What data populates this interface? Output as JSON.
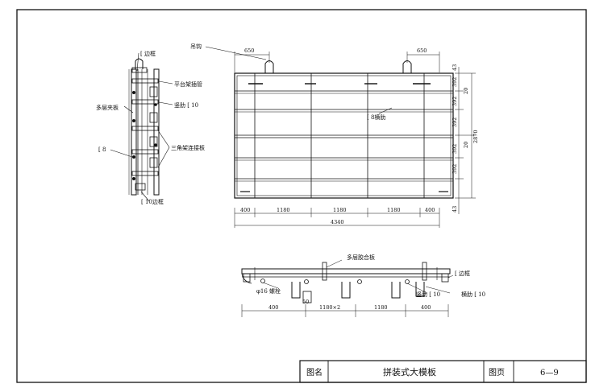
{
  "labels": {
    "edge_frame": "[ 边框",
    "lifting_hook": "吊钩",
    "platform_pipe": "平台架插管",
    "vertical_rib": "竖肋 [ 10",
    "plywood": "多层夹板",
    "channel8": "[ 8",
    "triangle_plate": "三角架连接板",
    "channel10_edge": "[ 10边框",
    "channel8_rib": "[ 8横肋",
    "multilayer_board": "多层胶合板",
    "edge_frame_right": "[ 边框",
    "bolt": "φ16 螺栓",
    "vertical_rib2": "竖肋 [ 10",
    "horizontal_rib": "横肋 [ 10"
  },
  "dims": {
    "top_left": "650",
    "top_right": "650",
    "right_stack": [
      "43",
      "392",
      "20",
      "392",
      "392",
      "20",
      "392",
      "392",
      "43"
    ],
    "height_total": "2870",
    "bottom_segments": [
      "400",
      "1180",
      "1180",
      "1180",
      "400"
    ],
    "total_width": "4340",
    "section_segments": [
      "400",
      "1180×2",
      "1180",
      "400"
    ],
    "small_50": "50"
  },
  "title_block": {
    "name_label": "图名",
    "name_value": "拼装式大模板",
    "page_label": "图页",
    "page_value": "6—9"
  }
}
